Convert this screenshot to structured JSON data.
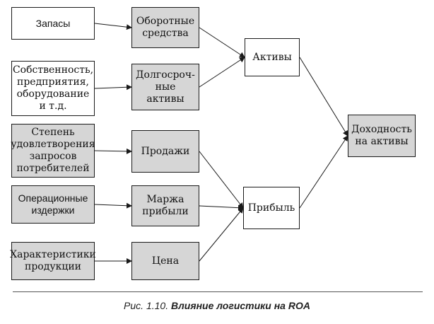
{
  "diagram": {
    "nodes": {
      "zapasy": "Запасы",
      "sobstv": "Собственность,\nпредприятия,\nоборудование\nи т.д.",
      "stepen": "Степень\nудовлетворения\nзапросов\nпотребителей",
      "oper": "Операционные\nиздержки",
      "harakt": "Характеристики\nпродукции",
      "oborot": "Оборотные\nсредства",
      "dolgo": "Долгосроч-\nные\nактивы",
      "prodazhi": "Продажи",
      "marzha": "Маржа\nприбыли",
      "cena": "Цена",
      "aktivy": "Активы",
      "pribyl": "Прибыль",
      "dohod": "Доходность\nна активы"
    },
    "edges": [
      [
        "zapasy",
        "oborot"
      ],
      [
        "sobstv",
        "dolgo"
      ],
      [
        "stepen",
        "prodazhi"
      ],
      [
        "oper",
        "marzha"
      ],
      [
        "harakt",
        "cena"
      ],
      [
        "oborot",
        "aktivy"
      ],
      [
        "dolgo",
        "aktivy"
      ],
      [
        "prodazhi",
        "pribyl"
      ],
      [
        "marzha",
        "pribyl"
      ],
      [
        "cena",
        "pribyl"
      ],
      [
        "aktivy",
        "dohod"
      ],
      [
        "pribyl",
        "dohod"
      ]
    ]
  },
  "caption": {
    "prefix": "Рис. 1.10.",
    "title": "Влияние логистики на ROA"
  }
}
